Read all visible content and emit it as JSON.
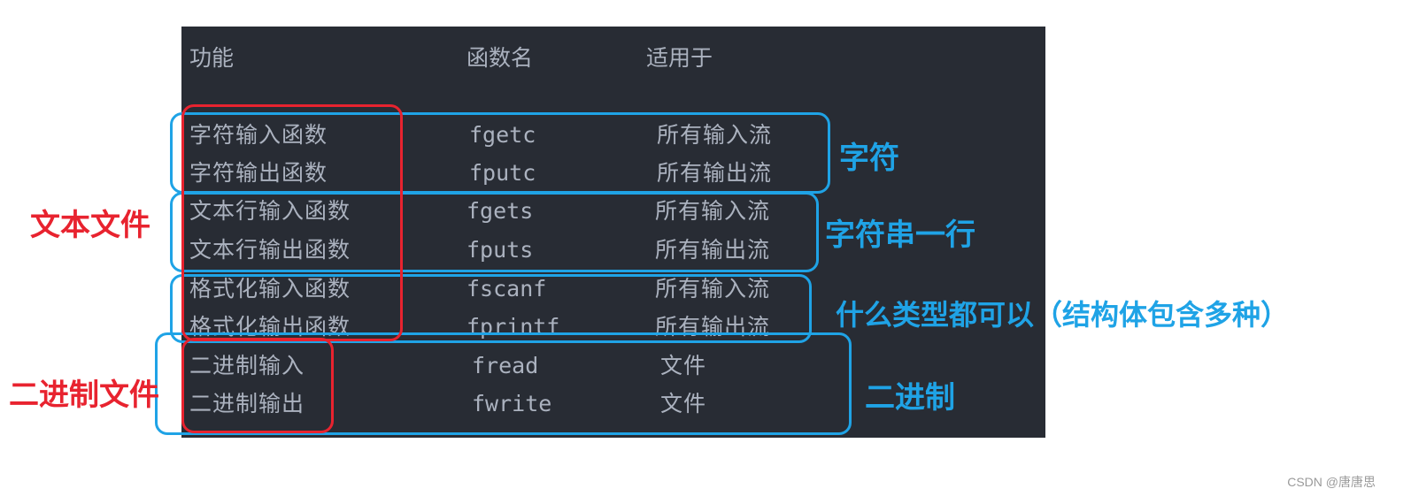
{
  "table": {
    "headers": [
      "功能",
      "函数名",
      "适用于"
    ],
    "rows": [
      [
        "字符输入函数",
        "fgetc",
        "所有输入流"
      ],
      [
        "字符输出函数",
        "fputc",
        "所有输出流"
      ],
      [
        "文本行输入函数",
        "fgets",
        "所有输入流"
      ],
      [
        "文本行输出函数",
        "fputs",
        "所有输出流"
      ],
      [
        "格式化输入函数",
        "fscanf",
        "所有输入流"
      ],
      [
        "格式化输出函数",
        "fprintf",
        "所有输出流"
      ],
      [
        "二进制输入",
        "fread",
        "文件"
      ],
      [
        "二进制输出",
        "fwrite",
        "文件"
      ]
    ]
  },
  "annotations": {
    "blue": [
      "字符",
      "字符串一行",
      "什么类型都可以（结构体包含多种）",
      "二进制"
    ],
    "red": [
      "文本文件",
      "二进制文件"
    ]
  },
  "watermark": "CSDN @唐唐思",
  "colors": {
    "panel_bg": "#282c34",
    "text": "#abb2bf",
    "annotation_blue": "#1fa3e6",
    "annotation_red": "#e8232f"
  }
}
